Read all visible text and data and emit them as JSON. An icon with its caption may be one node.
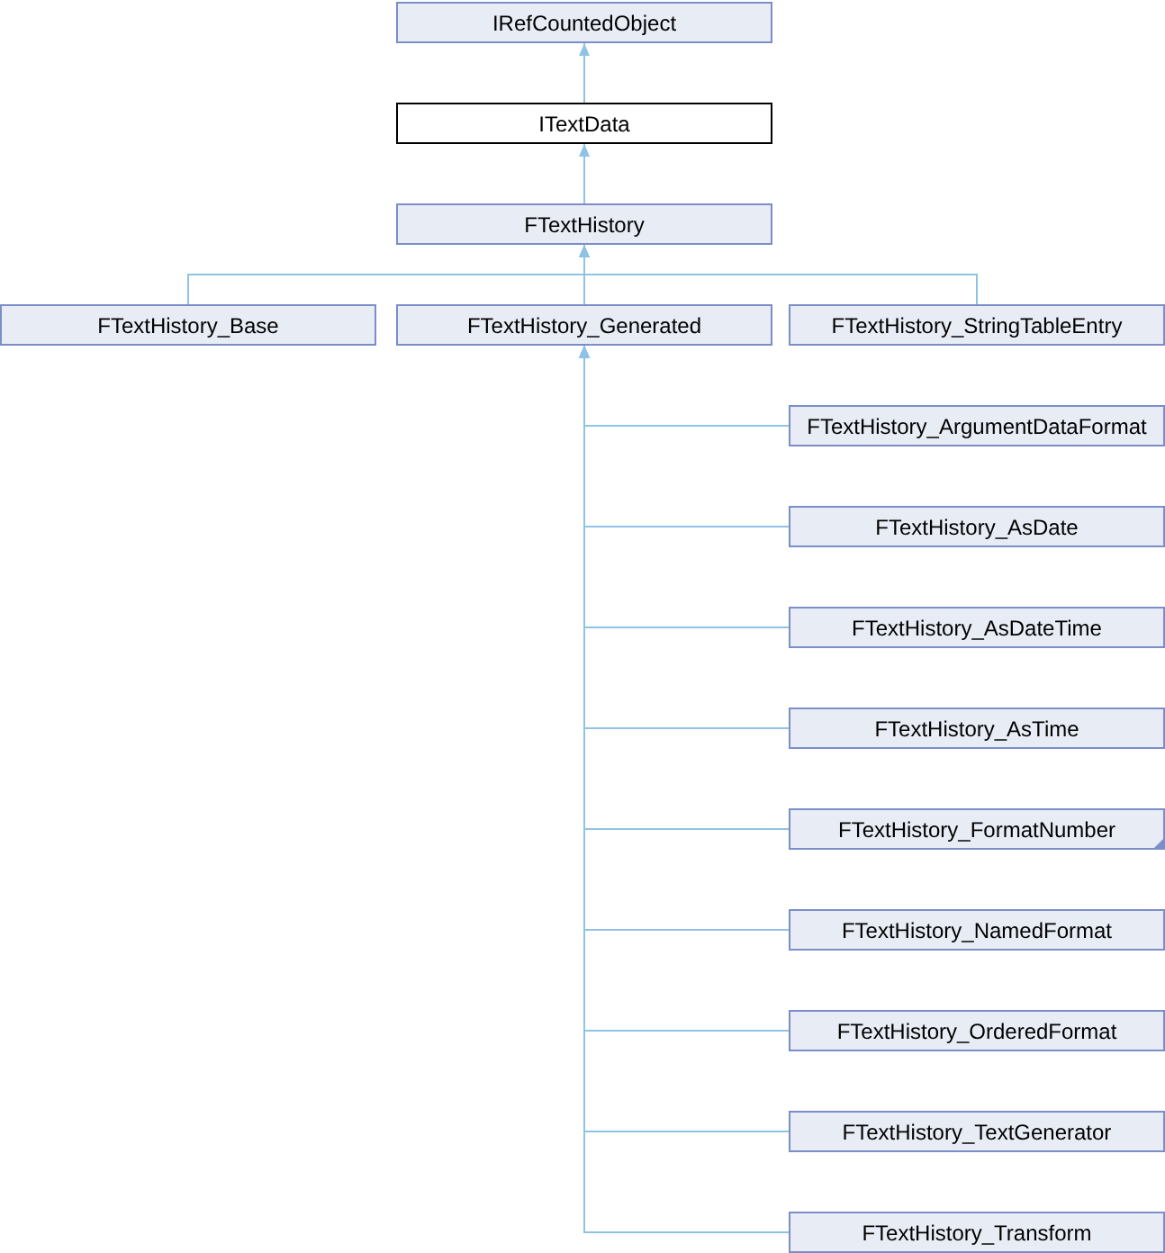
{
  "diagram": {
    "nodes": [
      {
        "text": [
          "IRefCountedObject"
        ]
      },
      {
        "text": [
          "ITextData"
        ]
      },
      {
        "text": [
          "FTextHistory"
        ]
      },
      {
        "text": [
          "FTextHistory_Base"
        ]
      },
      {
        "text": [
          "FTextHistory_Generated"
        ]
      },
      {
        "text": [
          "FTextHistory_StringTableEntry"
        ]
      },
      {
        "text": [
          "FTextHistory_ArgumentDataFormat"
        ]
      },
      {
        "text": [
          "FTextHistory_AsDate"
        ]
      },
      {
        "text": [
          "FTextHistory_AsDateTime"
        ]
      },
      {
        "text": [
          "FTextHistory_AsTime"
        ]
      },
      {
        "text": [
          "FTextHistory_FormatNumber"
        ]
      },
      {
        "text": [
          "FTextHistory_NamedFormat"
        ]
      },
      {
        "text": [
          "FTextHistory_OrderedFormat"
        ]
      },
      {
        "text": [
          "FTextHistory_TextGenerator"
        ]
      },
      {
        "text": [
          "FTextHistory_Transform"
        ]
      }
    ],
    "edges": [
      {
        "from": 1,
        "to": 0,
        "arrow": "to"
      },
      {
        "from": 2,
        "to": 1,
        "arrow": "to"
      },
      {
        "from": 3,
        "to": 2,
        "arrow": "to"
      },
      {
        "from": 4,
        "to": 2,
        "arrow": "to"
      },
      {
        "from": 5,
        "to": 2,
        "arrow": "to"
      },
      {
        "from": 6,
        "to": 4,
        "arrow": "to"
      },
      {
        "from": 7,
        "to": 4,
        "arrow": "to"
      },
      {
        "from": 8,
        "to": 4,
        "arrow": "to"
      },
      {
        "from": 9,
        "to": 4,
        "arrow": "to"
      },
      {
        "from": 10,
        "to": 4,
        "arrow": "to"
      },
      {
        "from": 11,
        "to": 4,
        "arrow": "to"
      },
      {
        "from": 12,
        "to": 4,
        "arrow": "to"
      },
      {
        "from": 13,
        "to": 4,
        "arrow": "to"
      },
      {
        "from": 14,
        "to": 4,
        "arrow": "to"
      }
    ]
  }
}
